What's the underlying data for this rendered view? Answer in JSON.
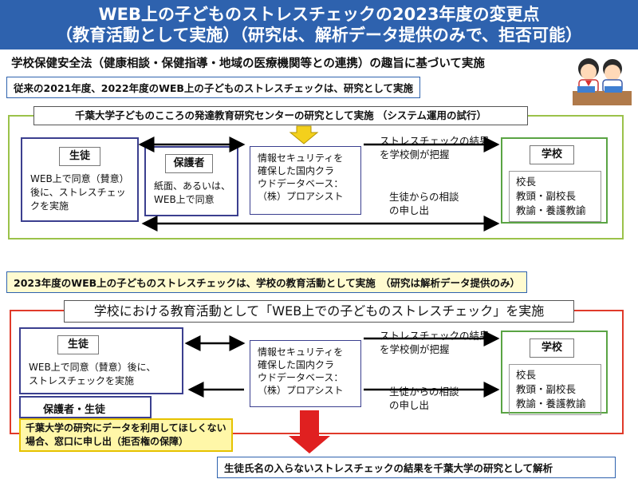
{
  "title": {
    "line1": "WEB上の子どものストレスチェックの2023年度の変更点",
    "line2": "（教育活動として実施）（研究は、解析データ提供のみで、拒否可能）"
  },
  "subtitle": "学校保健安全法（健康相談・保健指導・地域の医療機関等との連携）の趣旨に基づいて実施",
  "section_2021": {
    "note": "従来の2021年度、2022年度のWEB上の子どものストレスチェックは、研究として実施",
    "frame_label": "千葉大学子どものこころの発達教育研究センターの研究として実施 （システム運用の試行）",
    "student": {
      "tag": "生徒",
      "lines": [
        "WEB上で同意（賛意）",
        "後に、ストレスチェッ",
        "クを実施"
      ]
    },
    "guardian": {
      "tag": "保護者",
      "lines": [
        "紙面、あるいは、",
        "WEB上で同意"
      ]
    },
    "database": {
      "lines": [
        "情報セキュリティを",
        "確保した国内クラ",
        "ウドデータベース：",
        "（株）プロアシスト"
      ]
    },
    "flow_result": [
      "ストレスチェックの結果",
      "を学校側が把握"
    ],
    "flow_consult": [
      "生徒からの相談",
      "の申し出"
    ],
    "school": {
      "tag": "学校",
      "lines": [
        "校長",
        "教頭・副校長",
        "教諭・養護教諭"
      ]
    }
  },
  "section_2023": {
    "note": "2023年度のWEB上の子どものストレスチェックは、学校の教育活動として実施　（研究は解析データ提供のみ）",
    "frame_label": "学校における教育活動として「WEB上での子どものストレスチェック」を実施",
    "student": {
      "tag": "生徒",
      "lines": [
        "WEB上で同意（賛意）後に、",
        "ストレスチェックを実施"
      ]
    },
    "guardian_student_tag": "保護者・生徒",
    "database": {
      "lines": [
        "情報セキュリティを",
        "確保した国内クラ",
        "ウドデータベース：",
        "（株）プロアシスト"
      ]
    },
    "flow_result": [
      "ストレスチェックの結果",
      "を学校側が把握"
    ],
    "flow_consult": [
      "生徒からの相談",
      "の申し出"
    ],
    "school": {
      "tag": "学校",
      "lines": [
        "校長",
        "教頭・副校長",
        "教諭・養護教諭"
      ]
    },
    "refusal_note": [
      "千葉大学の研究にデータを利用してほしくない",
      "場合、窓口に申し出（拒否権の保障）"
    ],
    "bottom_note": "生徒氏名の入らないストレスチェックの結果を千葉大学の研究として解析"
  },
  "colors": {
    "title_bg": "#2e62ae",
    "frame_2021": "#9bc24a",
    "frame_2023": "#e03a2a",
    "arrow_red": "#e02020",
    "arrow_yellow": "#f3d01c",
    "highlight": "#fff7a8"
  }
}
